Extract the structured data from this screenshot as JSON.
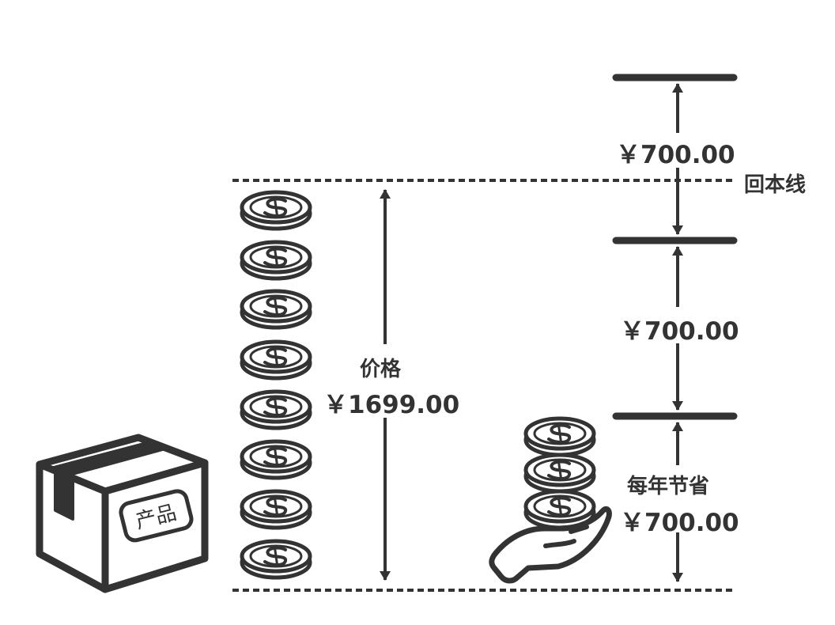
{
  "product_box": {
    "label": "产品"
  },
  "price": {
    "label": "价格",
    "value": "￥1699.00"
  },
  "break_even": {
    "label": "回本线"
  },
  "increments": [
    {
      "value": "￥700.00"
    },
    {
      "value": "￥700.00"
    }
  ],
  "annual_saving": {
    "label": "每年节省",
    "value": "￥700.00"
  },
  "colors": {
    "ink": "#333333",
    "background": "#ffffff"
  },
  "icons": [
    "cardboard-box-icon",
    "coin-icon",
    "hand-holding-coins-icon",
    "arrow-icon"
  ]
}
